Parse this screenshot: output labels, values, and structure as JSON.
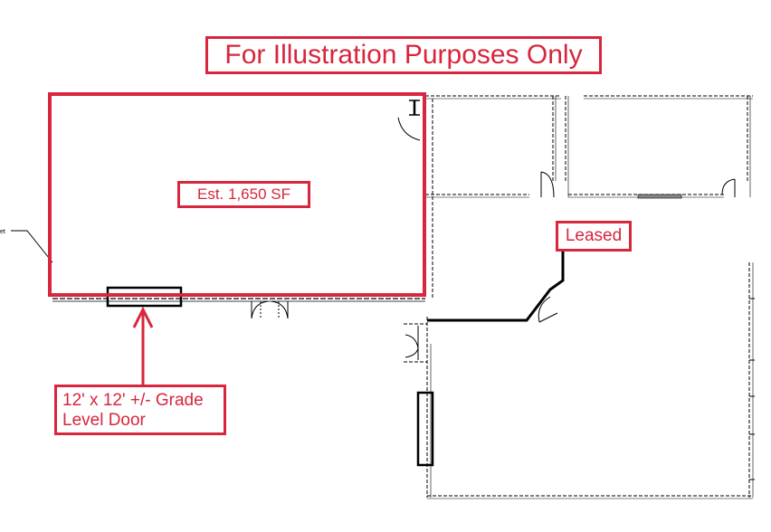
{
  "title": "For Illustration Purposes Only",
  "space": {
    "area_label": "Est. 1,650 SF",
    "outline_color": "#d7263d"
  },
  "leased_label": "Leased",
  "door_callout": {
    "line1": "12' x 12' +/- Grade",
    "line2": "Level Door"
  },
  "colors": {
    "accent": "#d7263d",
    "walls": "#000000",
    "background": "#ffffff"
  }
}
